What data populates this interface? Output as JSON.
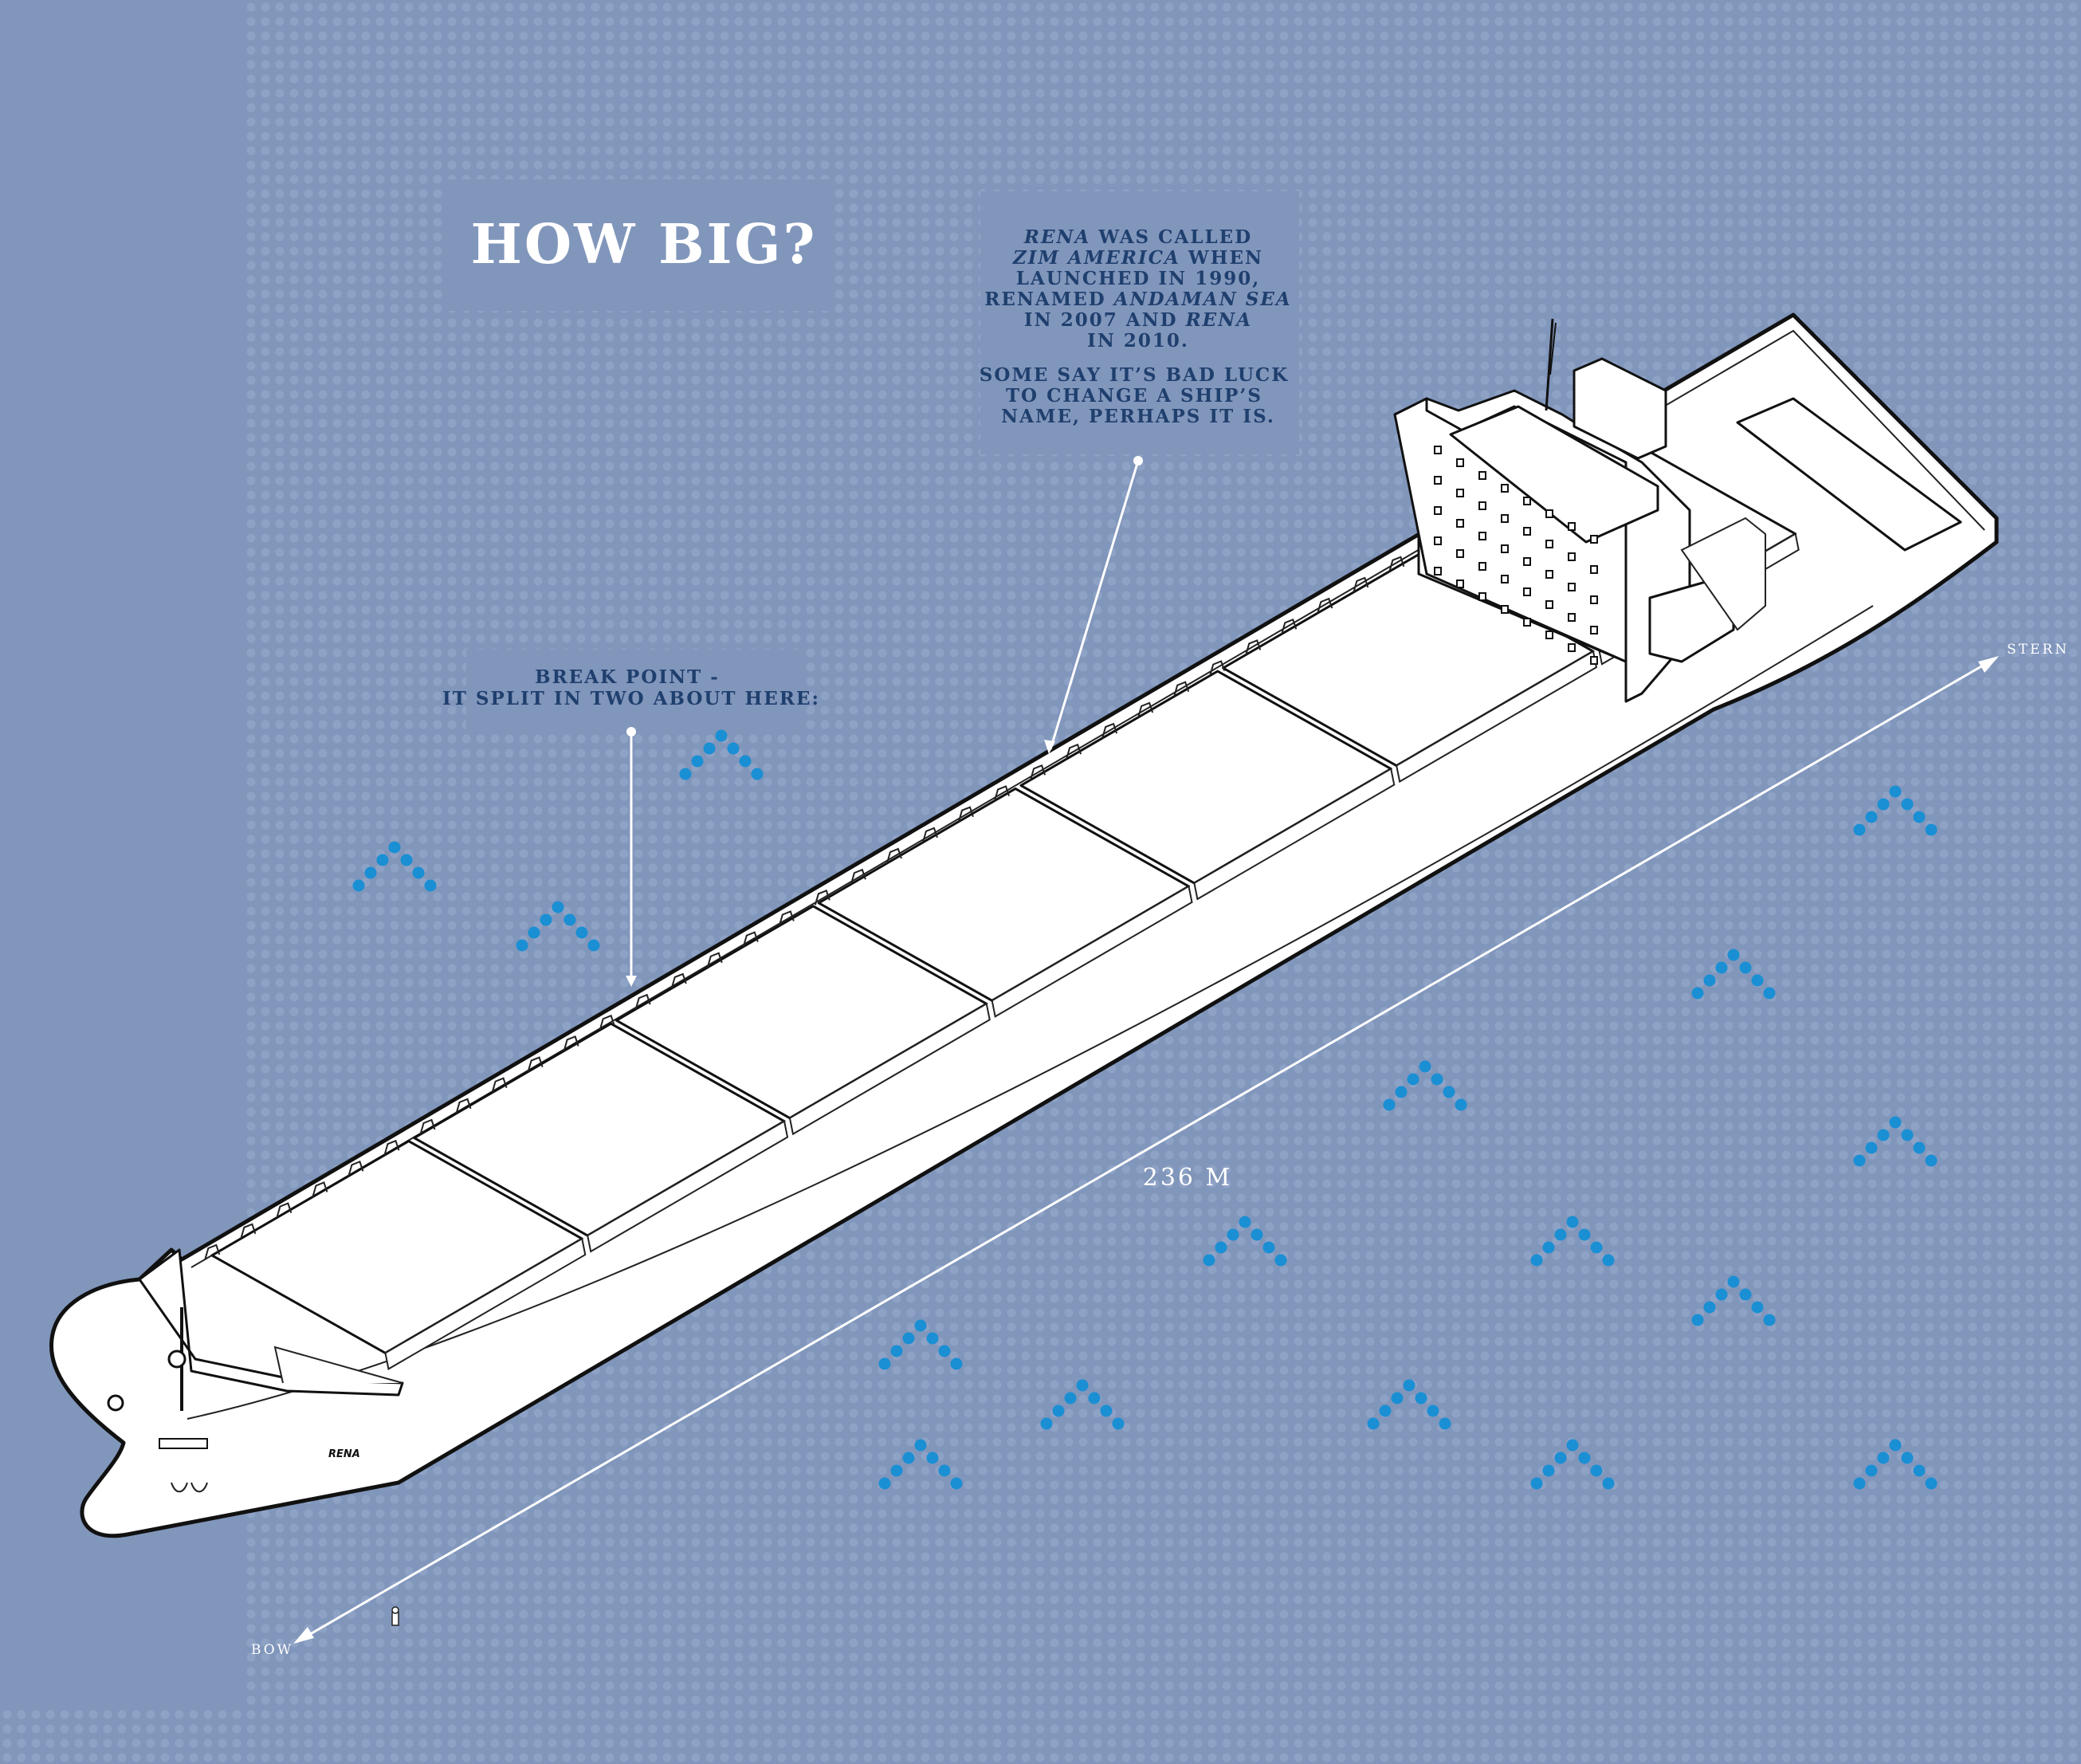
{
  "title": "HOW BIG?",
  "history_note": {
    "lines": [
      [
        {
          "t": "RENA",
          "i": true
        },
        {
          "t": " WAS CALLED",
          "i": false
        }
      ],
      [
        {
          "t": "ZIM AMERICA",
          "i": true
        },
        {
          "t": " WHEN",
          "i": false
        }
      ],
      [
        {
          "t": "LAUNCHED IN 1990,",
          "i": false
        }
      ],
      [
        {
          "t": "RENAMED ",
          "i": false
        },
        {
          "t": "ANDAMAN SEA",
          "i": true
        }
      ],
      [
        {
          "t": "IN 2007 AND ",
          "i": false
        },
        {
          "t": "RENA",
          "i": true
        }
      ],
      [
        {
          "t": "IN 2010.",
          "i": false
        }
      ]
    ],
    "luck_lines": [
      "SOME SAY IT’S BAD LUCK",
      "TO CHANGE A SHIP’S",
      "NAME, PERHAPS IT IS."
    ]
  },
  "break_point": {
    "line1": "BREAK POINT -",
    "line2": "IT SPLIT IN TWO ABOUT HERE:"
  },
  "length_label": "236 M",
  "stern_label": "STERN",
  "bow_label": "BOW",
  "hull_name": "RENA",
  "colors": {
    "background": "#8196bb",
    "text_dark": "#1f3f6e",
    "wave": "#1a8fd4",
    "hull": "#ffffff",
    "outline": "#111111"
  }
}
